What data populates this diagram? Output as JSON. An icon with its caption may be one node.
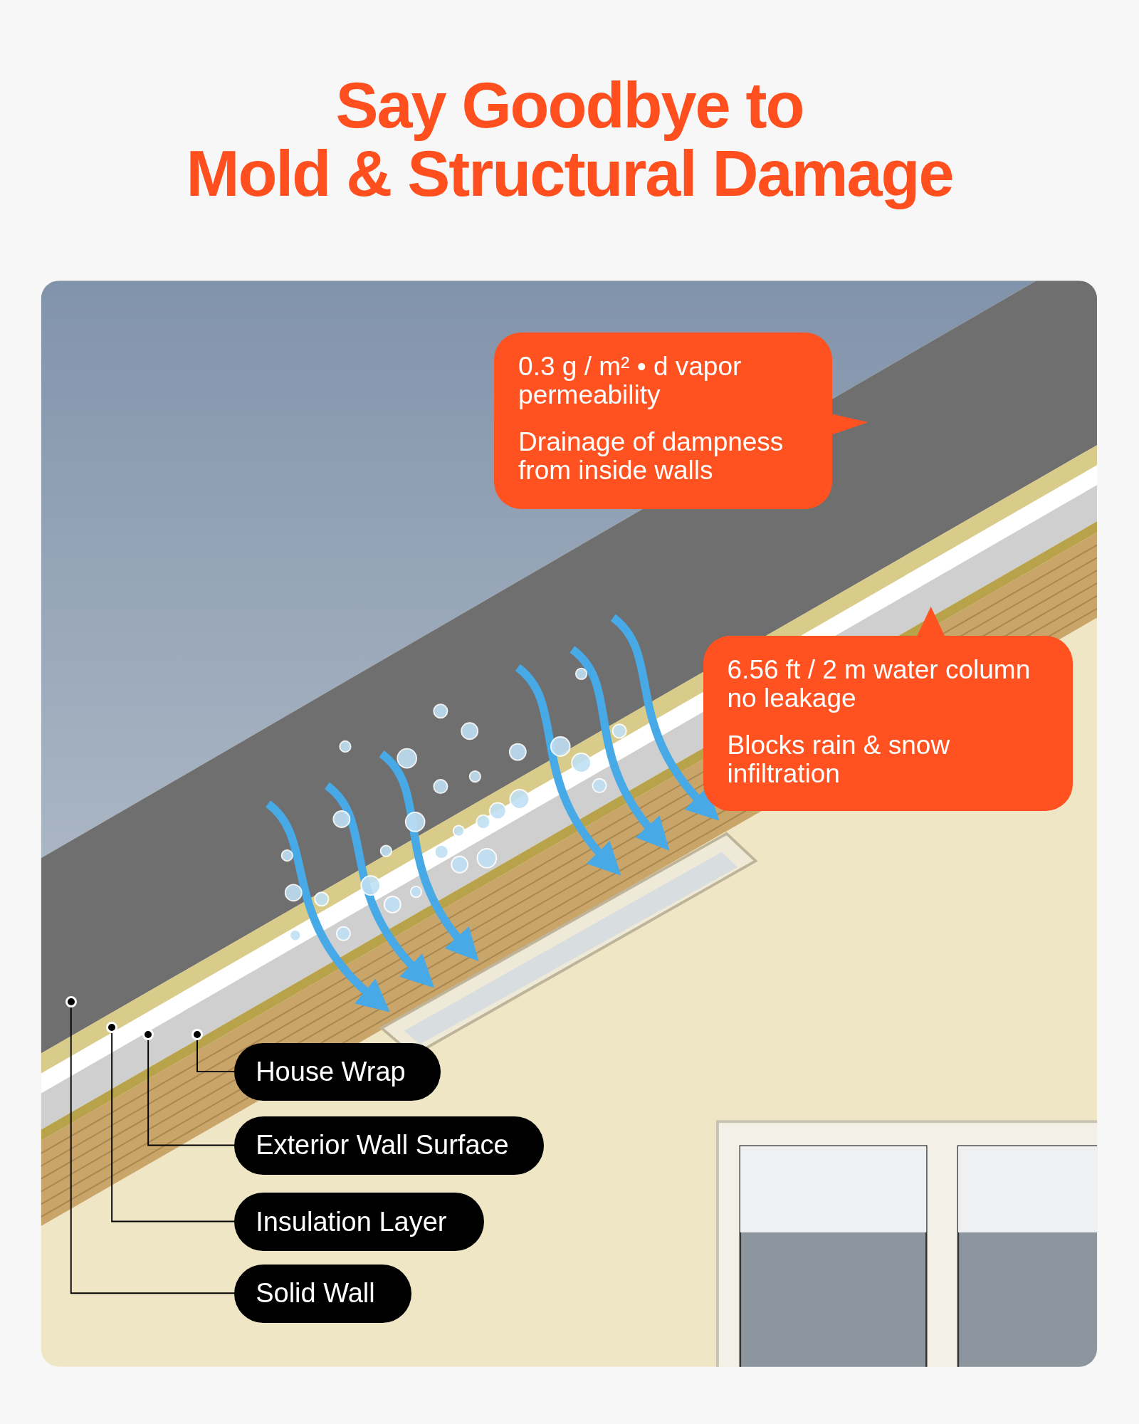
{
  "diagram": {
    "title": "Say Goodbye to Mold & Structural Damage",
    "nodes": [
      {
        "text": [
          "0.3 g / m² • d vapor permeability",
          "Drainage of dampness from inside walls"
        ]
      },
      {
        "text": [
          "6.56 ft / 2 m water column no leakage",
          "Blocks rain & snow infiltration"
        ]
      },
      {
        "text": [
          "House Wrap"
        ]
      },
      {
        "text": [
          "Exterior Wall Surface"
        ]
      },
      {
        "text": [
          "Insulation Layer"
        ]
      },
      {
        "text": [
          "Solid Wall"
        ]
      },
      {
        "text": [],
        "shape": "circle"
      },
      {
        "text": [],
        "shape": "circle"
      },
      {
        "text": [],
        "shape": "circle"
      },
      {
        "text": [],
        "shape": "circle"
      }
    ],
    "edges": [
      {
        "from": 2,
        "to": 9,
        "arrow": "none"
      },
      {
        "from": 3,
        "to": 8,
        "arrow": "none"
      },
      {
        "from": 4,
        "to": 7,
        "arrow": "none"
      },
      {
        "from": 5,
        "to": 6,
        "arrow": "none"
      }
    ]
  }
}
